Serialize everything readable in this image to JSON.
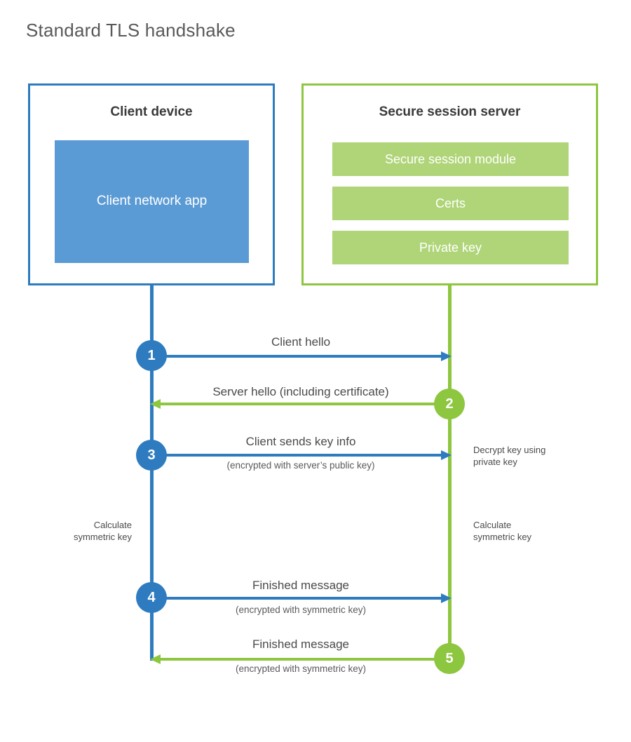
{
  "title": "Standard TLS handshake",
  "colors": {
    "client_border": "#2E7CBF",
    "client_fill": "#5B9BD5",
    "server_border": "#8DC63F",
    "server_fill": "#AFD578",
    "client_accent": "#2E7CBF",
    "server_accent": "#8DC63F",
    "text": "#4a4a4c",
    "title_text": "#58595b"
  },
  "client": {
    "title": "Client device",
    "app_label": "Client network app"
  },
  "server": {
    "title": "Secure session server",
    "components": [
      {
        "label": "Secure session module"
      },
      {
        "label": "Certs"
      },
      {
        "label": "Private key"
      }
    ]
  },
  "steps": [
    {
      "number": "1",
      "primary": "Client hello",
      "secondary": "",
      "direction": "client-to-server",
      "side": "client"
    },
    {
      "number": "2",
      "primary": "Server hello (including certificate)",
      "secondary": "",
      "direction": "server-to-client",
      "side": "server"
    },
    {
      "number": "3",
      "primary": "Client sends key info",
      "secondary": "(encrypted with server’s public key)",
      "direction": "client-to-server",
      "side": "client"
    },
    {
      "number": "4",
      "primary": "Finished message",
      "secondary": "(encrypted with symmetric key)",
      "direction": "client-to-server",
      "side": "client"
    },
    {
      "number": "5",
      "primary": "Finished message",
      "secondary": "(encrypted with symmetric key)",
      "direction": "server-to-client",
      "side": "server"
    }
  ],
  "annotations": [
    {
      "text": "Decrypt key using\nprivate key",
      "side": "right"
    },
    {
      "text": "Calculate\nsymmetric key",
      "side": "left"
    },
    {
      "text": "Calculate\nsymmetric key",
      "side": "right"
    }
  ]
}
